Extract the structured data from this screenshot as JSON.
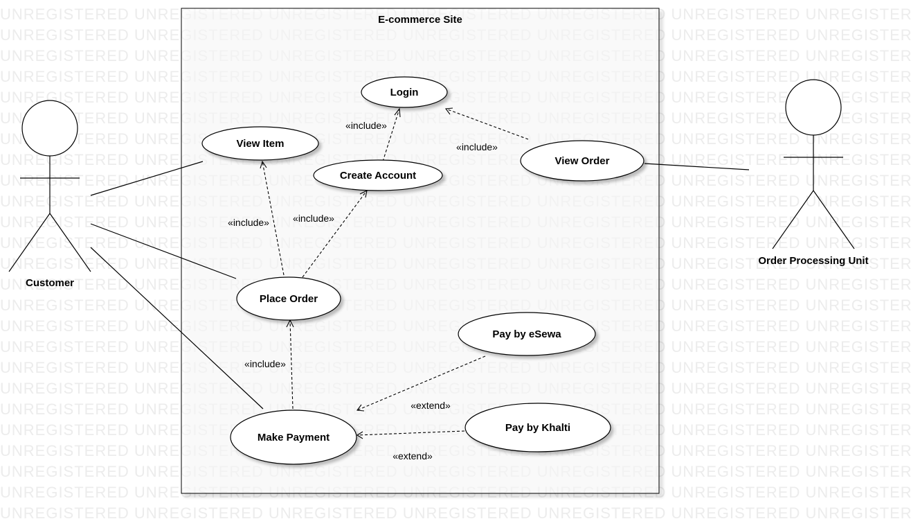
{
  "watermark": {
    "text": "UNREGISTERED"
  },
  "system": {
    "title": "E-commerce Site"
  },
  "actors": {
    "customer": "Customer",
    "order_processing_unit": "Order Processing Unit"
  },
  "use_cases": {
    "login": "Login",
    "view_item": "View Item",
    "create_account": "Create Account",
    "view_order": "View Order",
    "place_order": "Place Order",
    "pay_by_esewa": "Pay by eSewa",
    "pay_by_khalti": "Pay by Khalti",
    "make_payment": "Make Payment"
  },
  "relationships": {
    "include_create_account_login": "«include»",
    "include_view_order_login": "«include»",
    "include_place_order_view_item": "«include»",
    "include_place_order_create_account": "«include»",
    "include_make_payment_place_order": "«include»",
    "extend_esewa_make_payment": "«extend»",
    "extend_khalti_make_payment": "«extend»"
  }
}
